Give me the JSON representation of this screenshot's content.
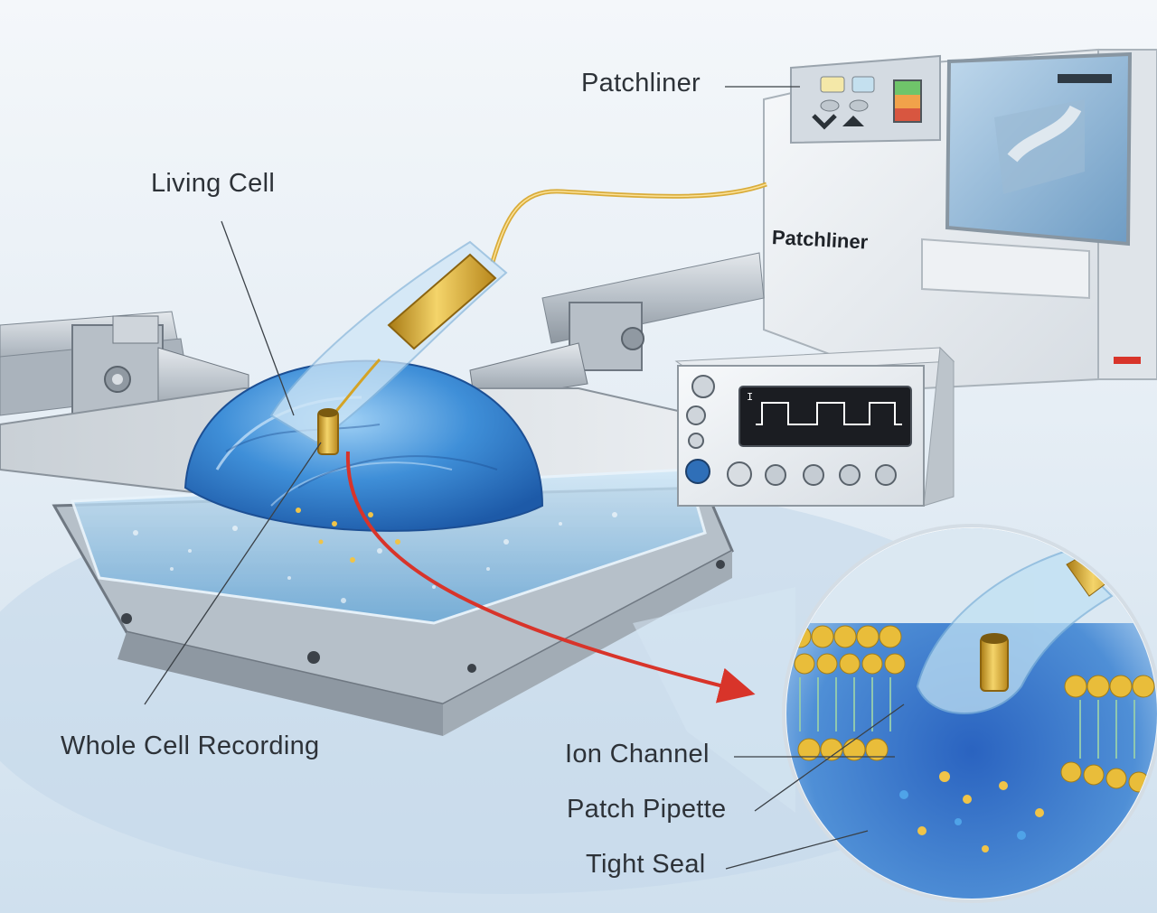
{
  "labels": {
    "patchliner_callout": "Patchliner",
    "patchliner_device": "Patchliner",
    "living_cell": "Living Cell",
    "whole_cell_recording": "Whole Cell Recording",
    "ion_channel": "Ion Channel",
    "patch_pipette": "Patch Pipette",
    "tight_seal": "Tight Seal"
  },
  "amplifier": {
    "display_symbol": "I"
  },
  "colors": {
    "cell_blue": "#2f7fd0",
    "gold": "#d3a52a",
    "arrow_red": "#d8342a",
    "lipid_head": "#e9bd3a",
    "display_bg": "#1b1d22"
  }
}
